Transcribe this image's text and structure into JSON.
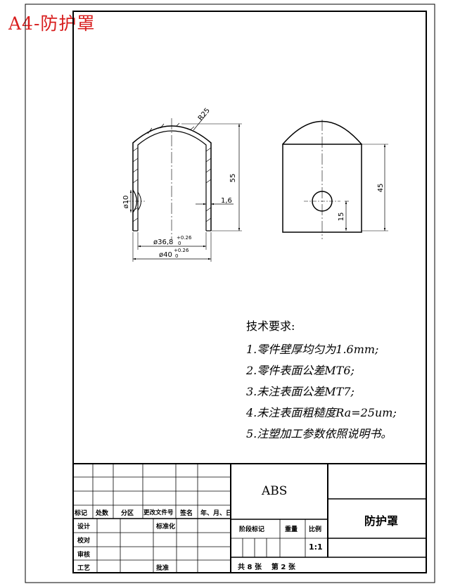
{
  "header": {
    "title": "A4-防护罩"
  },
  "dimensions": {
    "radius": "R25",
    "height_left": "55",
    "hole_dia": "ø10",
    "wall": "1,6",
    "inner_dia": "ø36,8",
    "inner_tol_upper": "+0.26",
    "inner_tol_lower": "0",
    "outer_dia": "ø40",
    "outer_tol_upper": "+0.26",
    "outer_tol_lower": "0",
    "height_right": "45",
    "hole_height": "15"
  },
  "notes": {
    "heading": "技术要求:",
    "items": [
      "1.零件壁厚均匀为1.6mm;",
      "2.零件表面公差MT6;",
      "3.未注表面公差MT7;",
      "4.未注表面粗糙度Ra=25um;",
      "5.注塑加工参数依照说明书。"
    ]
  },
  "title_block": {
    "material": "ABS",
    "part_name": "防护罩",
    "scale": "1:1",
    "labels": {
      "mark": "标记",
      "count": "处数",
      "zone": "分区",
      "change_doc": "更改文件号",
      "signature": "签名",
      "date": "年、月、日",
      "design": "设计",
      "standardize": "标准化",
      "check": "校对",
      "review": "审核",
      "process": "工艺",
      "approve": "批准",
      "stage_mark": "阶段标记",
      "weight": "重量",
      "ratio": "比例"
    },
    "sheets": {
      "total_label": "共",
      "total": "8",
      "unit1": "张",
      "sheet_label": "第",
      "sheet": "2",
      "unit2": "张"
    }
  }
}
